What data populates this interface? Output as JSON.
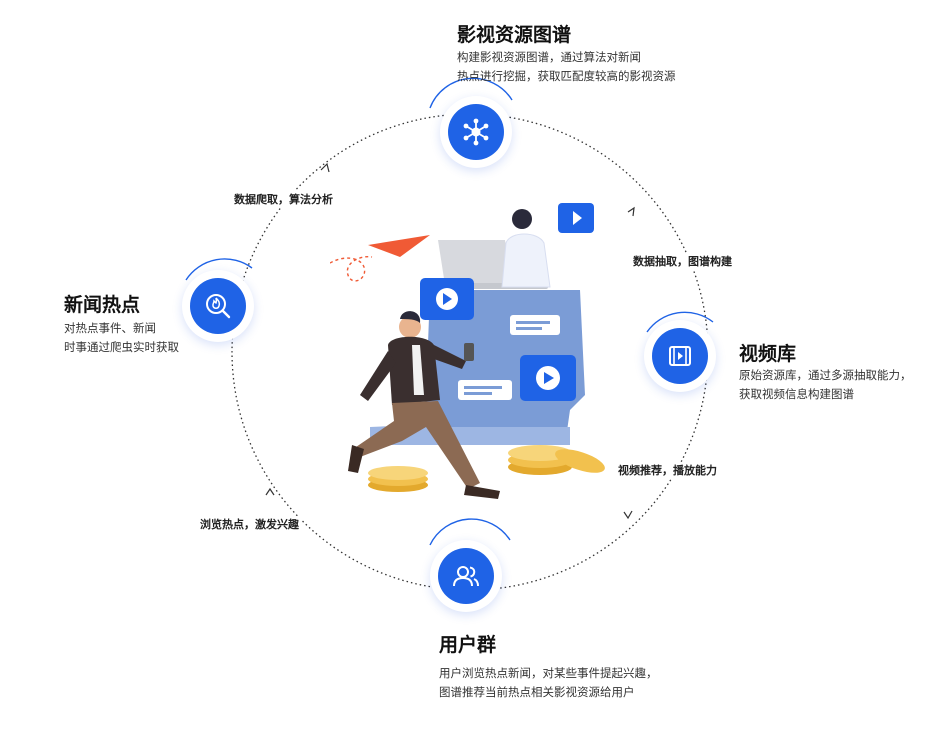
{
  "nodes": {
    "top": {
      "title": "影视资源图谱",
      "desc_line1": "构建影视资源图谱，通过算法对新闻",
      "desc_line2": "热点进行挖掘，获取匹配度较高的影视资源",
      "icon": "graph-network-icon"
    },
    "left": {
      "title": "新闻热点",
      "desc_line1": "对热点事件、新闻",
      "desc_line2": "时事通过爬虫实时获取",
      "icon": "hot-search-icon"
    },
    "right": {
      "title": "视频库",
      "desc_line1": "原始资源库，通过多源抽取能力，",
      "desc_line2": "获取视频信息构建图谱",
      "icon": "video-film-icon"
    },
    "bottom": {
      "title": "用户群",
      "desc_line1": "用户浏览热点新闻，对某些事件提起兴趣，",
      "desc_line2": "图谱推荐当前热点相关影视资源给用户",
      "icon": "users-icon"
    }
  },
  "edges": {
    "left_to_top": "数据爬取，算法分析",
    "top_to_right": "数据抽取，图谱构建",
    "right_to_bottom": "视频推荐，播放能力",
    "bottom_to_left": "浏览热点，激发兴趣"
  },
  "colors": {
    "accent": "#1f63e6",
    "accent_light": "#5b8ff0",
    "illustration_panel": "#7b9cd6",
    "coin": "#f2c14e",
    "plane": "#f05a35"
  }
}
